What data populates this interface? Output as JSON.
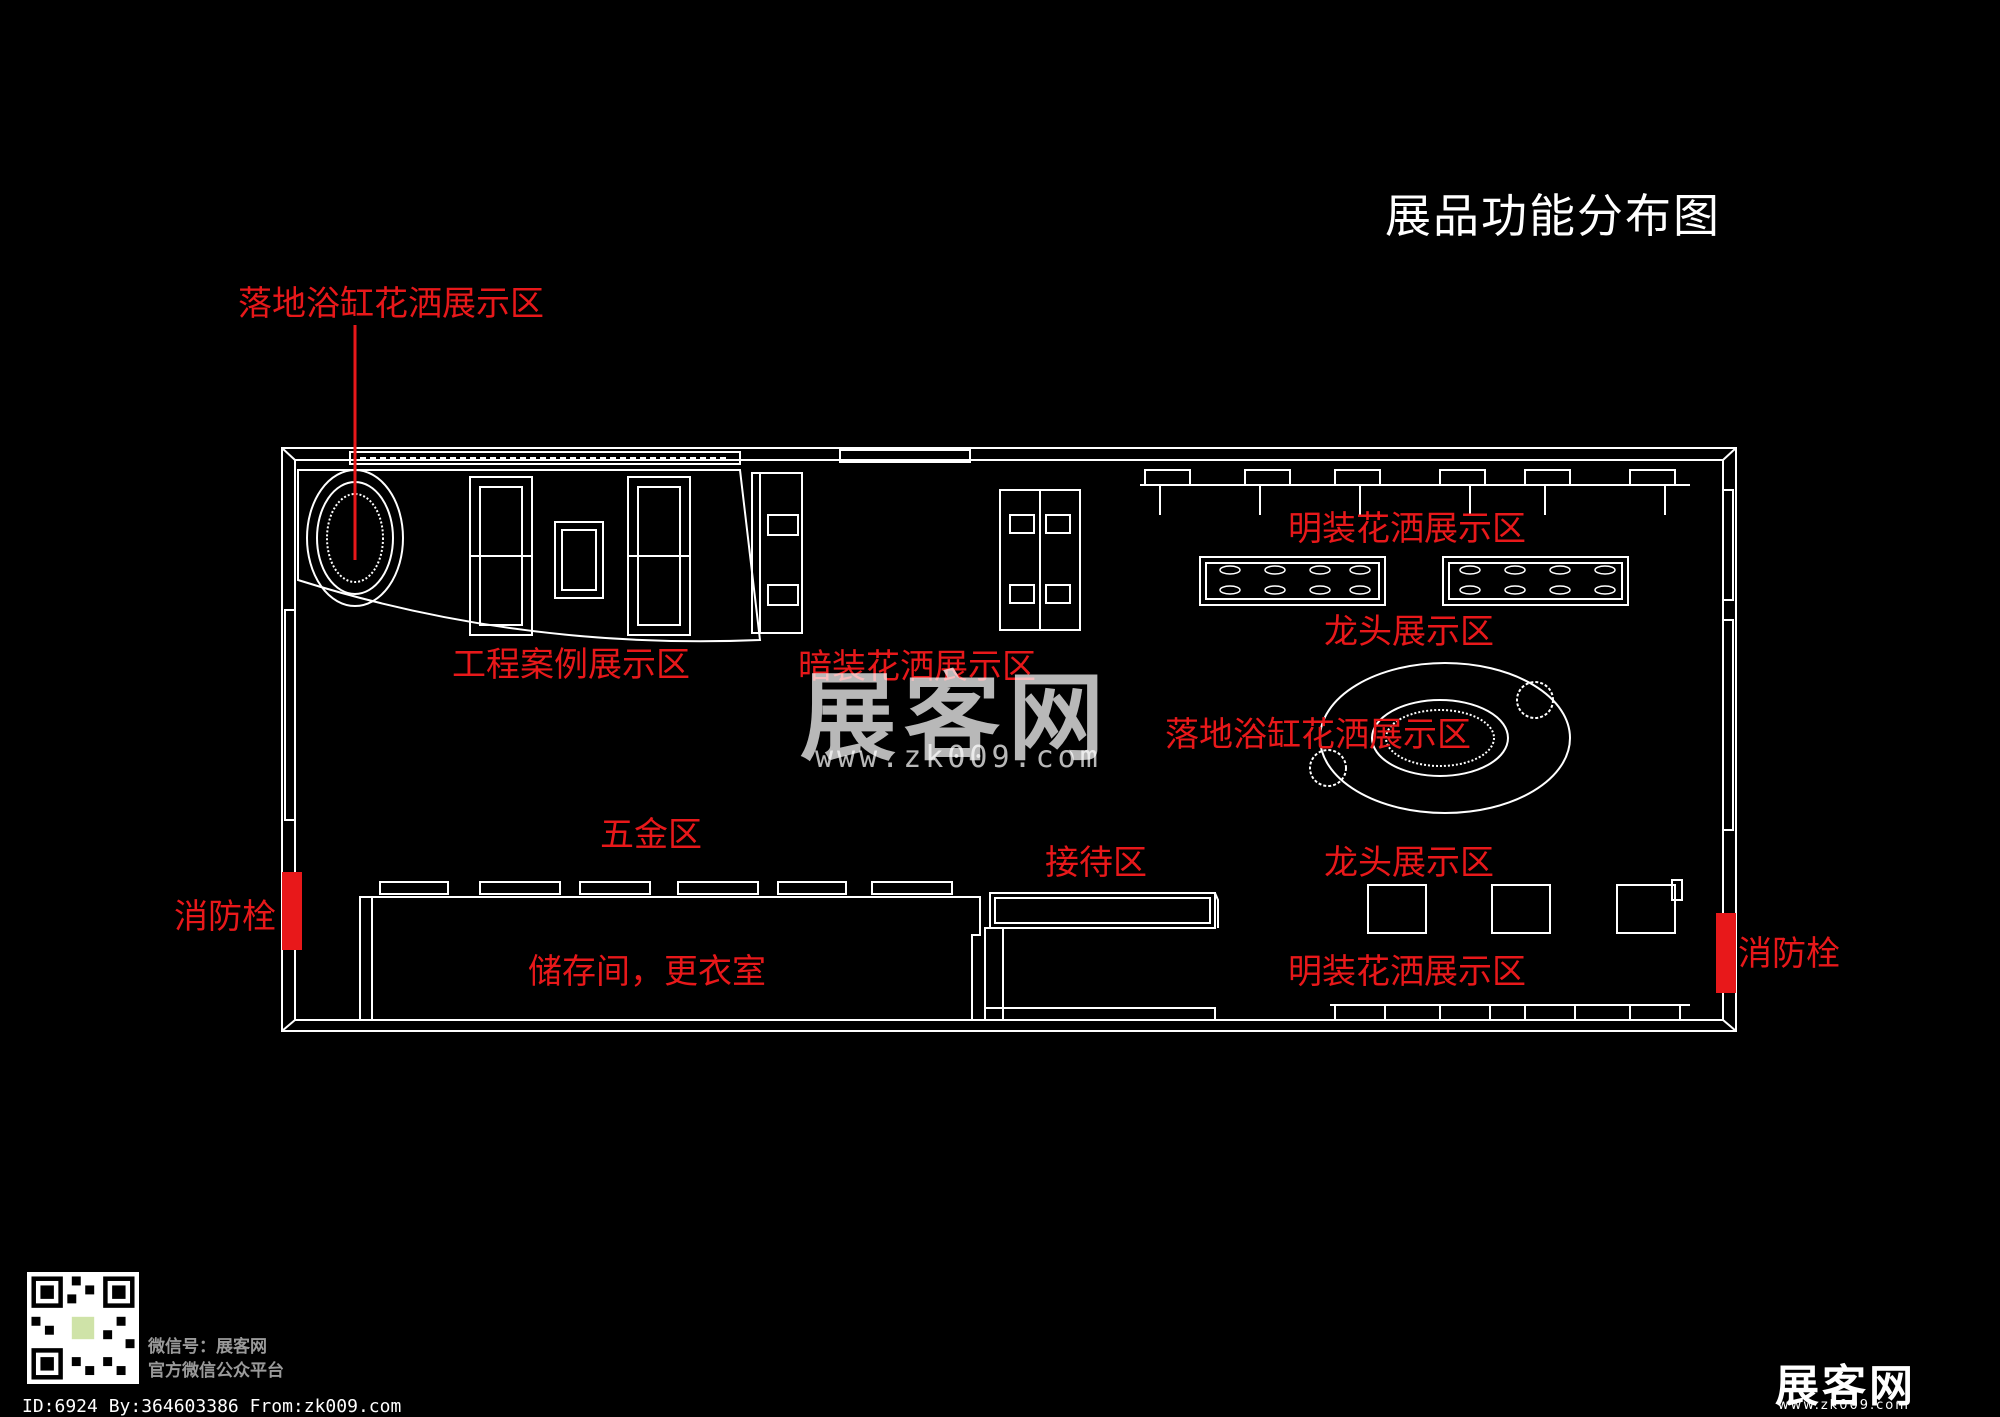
{
  "title": "展品功能分布图",
  "zones": {
    "floor_tub_shower_1": "落地浴缸花洒展示区",
    "project_case": "工程案例展示区",
    "concealed_shower": "暗装花洒展示区",
    "exposed_shower_top": "明装花洒展示区",
    "faucet_top": "龙头展示区",
    "floor_tub_shower_2": "落地浴缸花洒展示区",
    "hardware": "五金区",
    "reception": "接待区",
    "faucet_bottom": "龙头展示区",
    "exposed_shower_bottom": "明装花洒展示区",
    "storage": "储存间，更衣室",
    "hydrant_left": "消防栓",
    "hydrant_right": "消防栓"
  },
  "watermark": {
    "logo": "展客网",
    "url": "www.zk009.com"
  },
  "footer": {
    "wechat_line": "微信号：展客网",
    "platform_line": "官方微信公众平台",
    "id_line": "ID:6924 By:364603386 From:zk009.com",
    "logo": "展客网",
    "logo_url": "www.zk009.com"
  },
  "colors": {
    "background": "#000000",
    "lines": "#ffffff",
    "labels": "#e8181a",
    "hydrant": "#e8181a"
  }
}
